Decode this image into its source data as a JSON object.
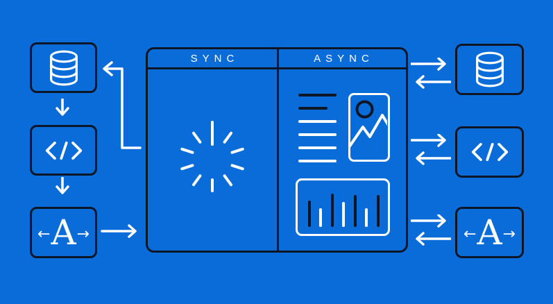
{
  "colors": {
    "background": "#0a6cd8",
    "ink": "#0e1625",
    "white": "#ffffff"
  },
  "panel": {
    "header": {
      "sync_label": "SYNC",
      "async_label": "ASYNC"
    },
    "sync": {
      "spinner": {
        "icon": "loading-spinner-icon",
        "spokes": 10
      }
    },
    "async": {
      "skeleton_lines": [
        {
          "width": 55,
          "color": "ink"
        },
        {
          "width": 42,
          "color": "ink"
        },
        {
          "width": 55,
          "color": "white"
        },
        {
          "width": 55,
          "color": "white"
        },
        {
          "width": 55,
          "color": "white"
        },
        {
          "width": 55,
          "color": "white"
        }
      ],
      "photo": {
        "icon": "image-placeholder-icon"
      },
      "chart_data": {
        "type": "bar",
        "bars": [
          {
            "height": 38,
            "color": "ink"
          },
          {
            "height": 27,
            "color": "white"
          },
          {
            "height": 48,
            "color": "ink"
          },
          {
            "height": 36,
            "color": "white"
          },
          {
            "height": 46,
            "color": "ink"
          },
          {
            "height": 27,
            "color": "white"
          },
          {
            "height": 46,
            "color": "ink"
          }
        ]
      }
    }
  },
  "left_nodes": [
    {
      "name": "database",
      "icon": "database-icon"
    },
    {
      "name": "code",
      "icon": "code-icon"
    },
    {
      "name": "typography",
      "icon": "typography-icon",
      "glyphs": {
        "left_arrow": "←",
        "letter": "A",
        "right_arrow": "→"
      }
    }
  ],
  "right_nodes": [
    {
      "name": "database",
      "icon": "database-icon"
    },
    {
      "name": "code",
      "icon": "code-icon"
    },
    {
      "name": "typography",
      "icon": "typography-icon",
      "glyphs": {
        "left_arrow": "←",
        "letter": "A",
        "right_arrow": "→"
      }
    }
  ]
}
